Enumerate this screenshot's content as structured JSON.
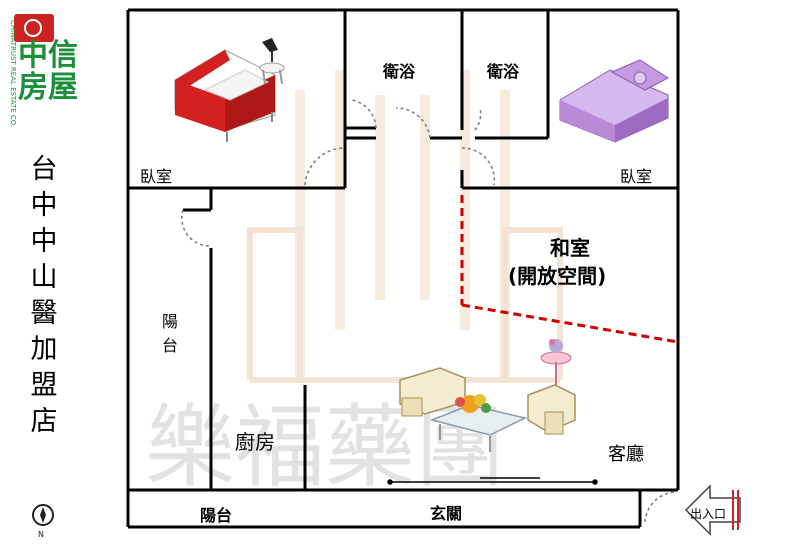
{
  "logo": {
    "brand": "中信房屋",
    "side_text": "CHINATRUST REAL ESTATE CO.",
    "brand_color": "#1b8f3a",
    "mark_color": "#cc2222"
  },
  "title_chars": [
    "台",
    "中",
    "中",
    "山",
    "醫",
    "加",
    "盟",
    "店"
  ],
  "watermark": {
    "text": "樂福藥團"
  },
  "rooms": {
    "bedroom_left": "臥室",
    "bath_left": "衛浴",
    "bath_right": "衛浴",
    "bedroom_right": "臥室",
    "japanese_room": "和室",
    "japanese_room_note": "(開放空間)",
    "balcony_side": "陽台",
    "kitchen": "廚房",
    "living_room": "客廳",
    "balcony_bottom": "陽台",
    "foyer": "玄關",
    "entrance": "出入口"
  },
  "compass": {
    "north": "N"
  },
  "colors": {
    "wall": "#000000",
    "open_boundary": "#cc0000",
    "bed_left": "#d42020",
    "bed_right": "#b88ad8"
  }
}
